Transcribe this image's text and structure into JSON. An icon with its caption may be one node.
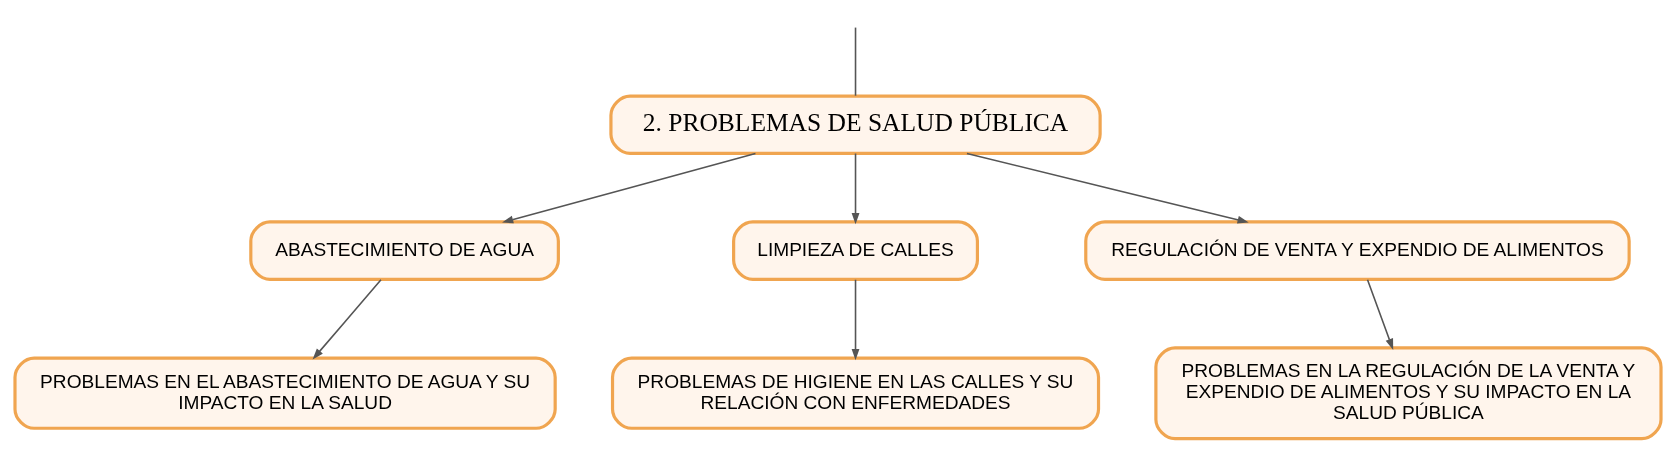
{
  "diagram": {
    "nodes": [
      {
        "text": [
          "2. PROBLEMAS DE SALUD PÚBLICA"
        ]
      },
      {
        "text": [
          "ABASTECIMIENTO DE AGUA"
        ]
      },
      {
        "text": [
          "LIMPIEZA DE CALLES"
        ]
      },
      {
        "text": [
          "REGULACIÓN DE VENTA Y EXPENDIO DE ALIMENTOS"
        ]
      },
      {
        "text": [
          "PROBLEMAS EN EL ABASTECIMIENTO DE AGUA Y SU IMPACTO EN LA SALUD"
        ]
      },
      {
        "text": [
          "PROBLEMAS DE HIGIENE EN LAS CALLES Y SU RELACIÓN CON ENFERMEDADES"
        ]
      },
      {
        "text": [
          "PROBLEMAS EN LA REGULACIÓN DE LA VENTA Y EXPENDIO DE ALIMENTOS Y SU IMPACTO EN LA SALUD PÚBLICA"
        ]
      }
    ],
    "edges": [
      {
        "from": null,
        "to": 0,
        "arrow": "none"
      },
      {
        "from": 0,
        "to": 1,
        "arrow": "to"
      },
      {
        "from": 0,
        "to": 2,
        "arrow": "to"
      },
      {
        "from": 0,
        "to": 3,
        "arrow": "to"
      },
      {
        "from": 1,
        "to": 4,
        "arrow": "to"
      },
      {
        "from": 2,
        "to": 5,
        "arrow": "to"
      },
      {
        "from": 3,
        "to": 6,
        "arrow": "to"
      }
    ]
  }
}
